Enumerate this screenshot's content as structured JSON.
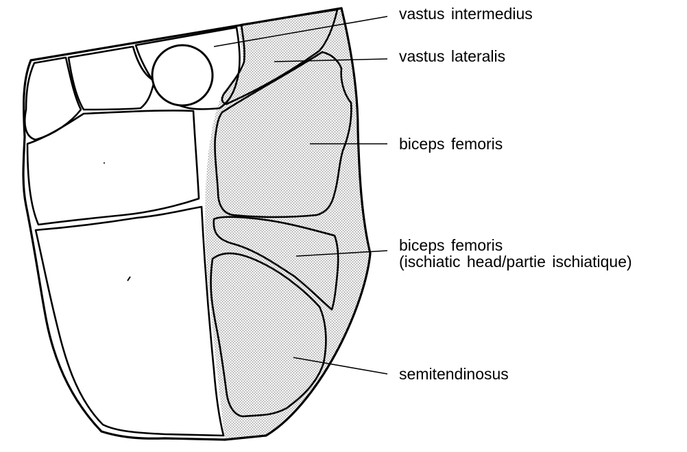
{
  "labels": {
    "vastus_intermedius": "vastus  intermedius",
    "vastus_lateralis": "vastus  lateralis",
    "biceps_femoris": "biceps  femoris",
    "biceps_femoris_ischiatic_line1": "biceps  femoris",
    "biceps_femoris_ischiatic_line2": "(ischiatic  head/partie  ischiatique)",
    "semitendinosus": "semitendinosus"
  },
  "colors": {
    "line": "#000000",
    "shaded_fill": "#dcdcdc",
    "background": "#ffffff"
  }
}
